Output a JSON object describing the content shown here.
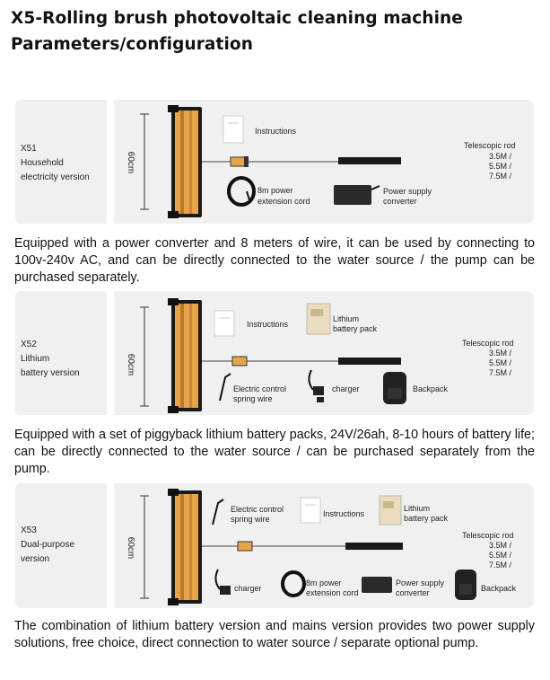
{
  "title": {
    "line1": "X5-Rolling brush photovoltaic cleaning machine",
    "line2": "Parameters/configuration"
  },
  "colors": {
    "panel": "#f0f0f0",
    "brush": "#e8a44a",
    "rod": "#1a1a1a"
  },
  "sections": [
    {
      "label": [
        "X51",
        "Household",
        "electricity version"
      ],
      "height_label": "60cm",
      "items": {
        "instructions": "Instructions",
        "cord": [
          "8m power",
          "extension cord"
        ],
        "converter": [
          "Power supply",
          "converter"
        ],
        "rod_title": "Telescopic rod",
        "rod_lengths": [
          "3.5M /",
          "5.5M /",
          "7.5M /"
        ]
      },
      "description": "Equipped with a power converter and 8 meters of wire, it can be used by connecting to 100v-240v AC, and can be directly connected to the water source / the pump can be purchased separately."
    },
    {
      "label": [
        "X52",
        "Lithium",
        "battery version"
      ],
      "height_label": "60cm",
      "items": {
        "instructions": "Instructions",
        "battery": [
          "Lithium",
          "battery pack"
        ],
        "wire": [
          "Electric control",
          "spring wire"
        ],
        "charger": "charger",
        "backpack": "Backpack",
        "rod_title": "Telescopic rod",
        "rod_lengths": [
          "3.5M /",
          "5.5M /",
          "7.5M /"
        ]
      },
      "description": "Equipped with a set of piggyback lithium battery packs, 24V/26ah, 8-10 hours of battery life; can be directly connected to the water source / can be purchased separately from the pump."
    },
    {
      "label": [
        "X53",
        "Dual-purpose",
        "version"
      ],
      "height_label": "60cm",
      "items": {
        "wire": [
          "Electric control",
          "spring wire"
        ],
        "instructions": "Instructions",
        "battery": [
          "Lithium",
          "battery pack"
        ],
        "charger": "charger",
        "cord": [
          "8m power",
          "extension cord"
        ],
        "converter": [
          "Power supply",
          "converter"
        ],
        "backpack": "Backpack",
        "rod_title": "Telescopic rod",
        "rod_lengths": [
          "3.5M /",
          "5.5M /",
          "7.5M /"
        ]
      },
      "description": "The combination of lithium battery version and mains version provides two power supply solutions, free choice, direct connection to water source / separate optional pump."
    }
  ]
}
